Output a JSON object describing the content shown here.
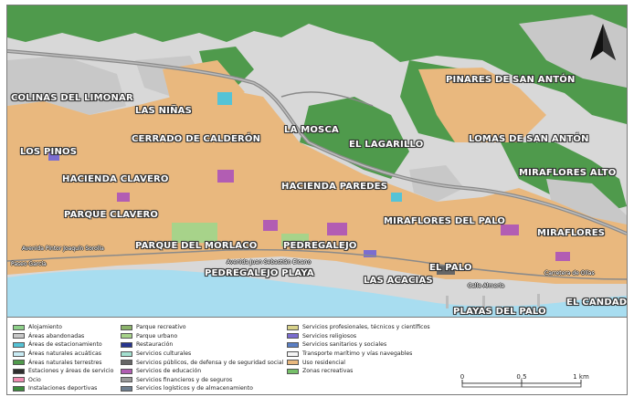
{
  "map": {
    "places": [
      {
        "id": "colinas-del-limonar",
        "label": "COLINAS DEL LIMONAR"
      },
      {
        "id": "las-ninas",
        "label": "LAS NIÑAS"
      },
      {
        "id": "cerrado-de-calderon",
        "label": "CERRADO DE CALDERÓN"
      },
      {
        "id": "los-pinos",
        "label": "LOS PINOS"
      },
      {
        "id": "hacienda-clavero",
        "label": "HACIENDA CLAVERO"
      },
      {
        "id": "parque-clavero",
        "label": "PARQUE CLAVERO"
      },
      {
        "id": "parque-del-morlaco",
        "label": "PARQUE DEL MORLACO"
      },
      {
        "id": "la-mosca",
        "label": "LA MOSCA"
      },
      {
        "id": "el-lagarillo",
        "label": "EL LAGARILLO"
      },
      {
        "id": "pinares-de-san-anton",
        "label": "PINARES DE SAN ANTÓN"
      },
      {
        "id": "lomas-de-san-anton",
        "label": "LOMAS DE SAN ANTÓN"
      },
      {
        "id": "miraflores-alto",
        "label": "MIRAFLORES ALTO"
      },
      {
        "id": "hacienda-paredes",
        "label": "HACIENDA PAREDES"
      },
      {
        "id": "miraflores-del-palo",
        "label": "MIRAFLORES DEL PALO"
      },
      {
        "id": "miraflores",
        "label": "MIRAFLORES"
      },
      {
        "id": "pedregalejo",
        "label": "PEDREGALEJO"
      },
      {
        "id": "pedregalejo-playa",
        "label": "PEDREGALEJO PLAYA"
      },
      {
        "id": "las-acacias",
        "label": "LAS ACACIAS"
      },
      {
        "id": "el-palo",
        "label": "EL PALO"
      },
      {
        "id": "playas-del-palo",
        "label": "PLAYAS DEL PALO"
      },
      {
        "id": "el-candado",
        "label": "EL CANDADO"
      }
    ],
    "streets": [
      {
        "id": "avenida-pintor-joaquin-sorolla",
        "label": "Avenida Pintor Joaquín Sorolla"
      },
      {
        "id": "paseo-garcia",
        "label": "Paseo García"
      },
      {
        "id": "avenida-juan-sebastian-elcano",
        "label": "Avenida Juan Sebastián Elcano"
      },
      {
        "id": "carretera-olias",
        "label": "Carretera de Olías"
      },
      {
        "id": "calle-almeria",
        "label": "Calle Almería"
      }
    ],
    "colors": {
      "sea": "#a8ddf0",
      "residential": "#e9b87e",
      "forest": "#4f9a4c",
      "abandoned": "#c8c8c8",
      "roads": "#8a8a8a"
    }
  },
  "legend": {
    "items": [
      {
        "label": "Alojamiento",
        "color": "#8fd18a"
      },
      {
        "label": "Áreas abandonadas",
        "color": "#c8c8c8"
      },
      {
        "label": "Áreas de estacionamiento",
        "color": "#55c3d6"
      },
      {
        "label": "Áreas naturales acuáticas",
        "color": "#c9ecf5"
      },
      {
        "label": "Áreas naturales terrestres",
        "color": "#4f9a4c"
      },
      {
        "label": "Estaciones y áreas de servicio",
        "color": "#2e2e2e"
      },
      {
        "label": "Ocio",
        "color": "#f08bb0"
      },
      {
        "label": "Instalaciones deportivas",
        "color": "#3d8c3d"
      },
      {
        "label": "Parque recreativo",
        "color": "#8bb36a"
      },
      {
        "label": "Parque urbano",
        "color": "#a7d38a"
      },
      {
        "label": "Restauración",
        "color": "#27358f"
      },
      {
        "label": "Servicios culturales",
        "color": "#a4e0d0"
      },
      {
        "label": "Servicios públicos, de defensa y de seguridad social",
        "color": "#666666"
      },
      {
        "label": "Servicios de educación",
        "color": "#b25db3"
      },
      {
        "label": "Servicios financieros y de seguros",
        "color": "#9a9a9a"
      },
      {
        "label": "Servicios logísticos y de almacenamiento",
        "color": "#6f7f8f"
      },
      {
        "label": "Servicios profesionales, técnicos y científicos",
        "color": "#d8d28a"
      },
      {
        "label": "Servicios religiosos",
        "color": "#7b6dd0"
      },
      {
        "label": "Servicios sanitarios y sociales",
        "color": "#5b7fc4"
      },
      {
        "label": "Transporte marítimo y vías navegables",
        "color": "#f5f5f5"
      },
      {
        "label": "Uso residencial",
        "color": "#e9b87e"
      },
      {
        "label": "Zonas recreativas",
        "color": "#77c06a"
      }
    ]
  },
  "scale": {
    "ticks": [
      "0",
      "0,5",
      "1 km"
    ]
  },
  "north": {
    "icon": "north-arrow-icon"
  }
}
